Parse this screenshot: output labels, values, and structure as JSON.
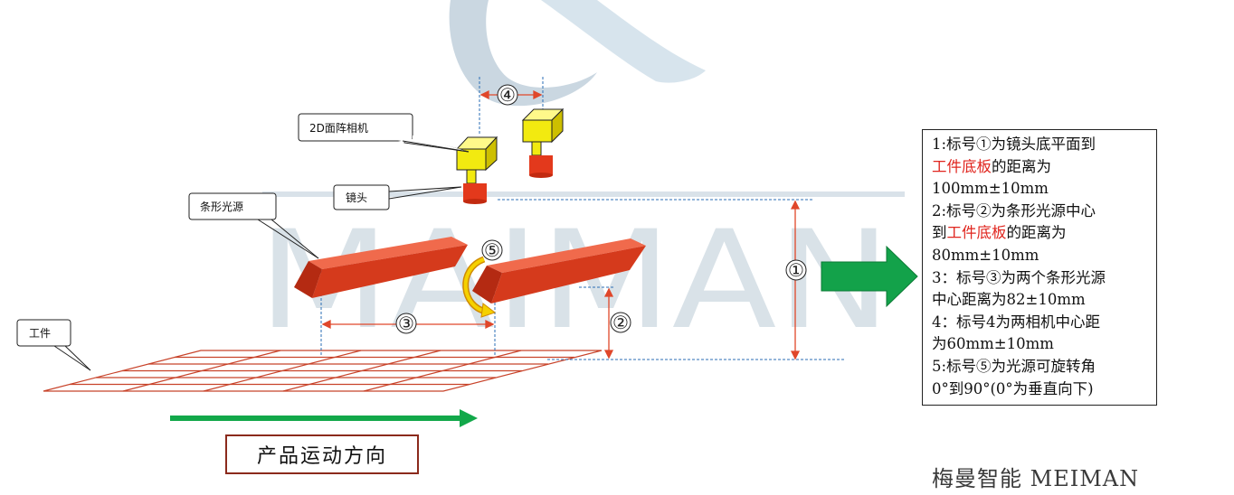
{
  "watermark": {
    "text": "MAIMAN"
  },
  "labels": {
    "camera": "2D面阵相机",
    "lens": "镜头",
    "light": "条形光源",
    "workpiece": "工件"
  },
  "markers": {
    "m1": "①",
    "m2": "②",
    "m3": "③",
    "m4": "④",
    "m5": "⑤"
  },
  "notes": {
    "l1": "1:标号①为镜头底平面到",
    "l2_hl": "工件底板",
    "l2_rest": "的距离为",
    "l3": "100mm±10mm",
    "l4": "2:标号②为条形光源中心",
    "l5_pre": "到",
    "l5_hl": "工件底板",
    "l5_rest": "的距离为",
    "l6": "80mm±10mm",
    "l7": "3：标号③为两个条形光源",
    "l8": "中心距离为82±10mm",
    "l9": "4：标号4为两相机中心距",
    "l10": "为60mm±10mm",
    "l11": "5:标号⑤为光源可旋转角",
    "l12": "0°到90°(0°为垂直向下)"
  },
  "motion_label": "产品运动方向",
  "brand": "梅曼智能 MEIMAN",
  "colors": {
    "light_bar": "#e0472a",
    "camera_body": "#f2ea10",
    "lens": "#e3391c",
    "dim_line": "#e0472a",
    "arrow_green": "#11a84a",
    "highlight_text": "#e0261f"
  }
}
